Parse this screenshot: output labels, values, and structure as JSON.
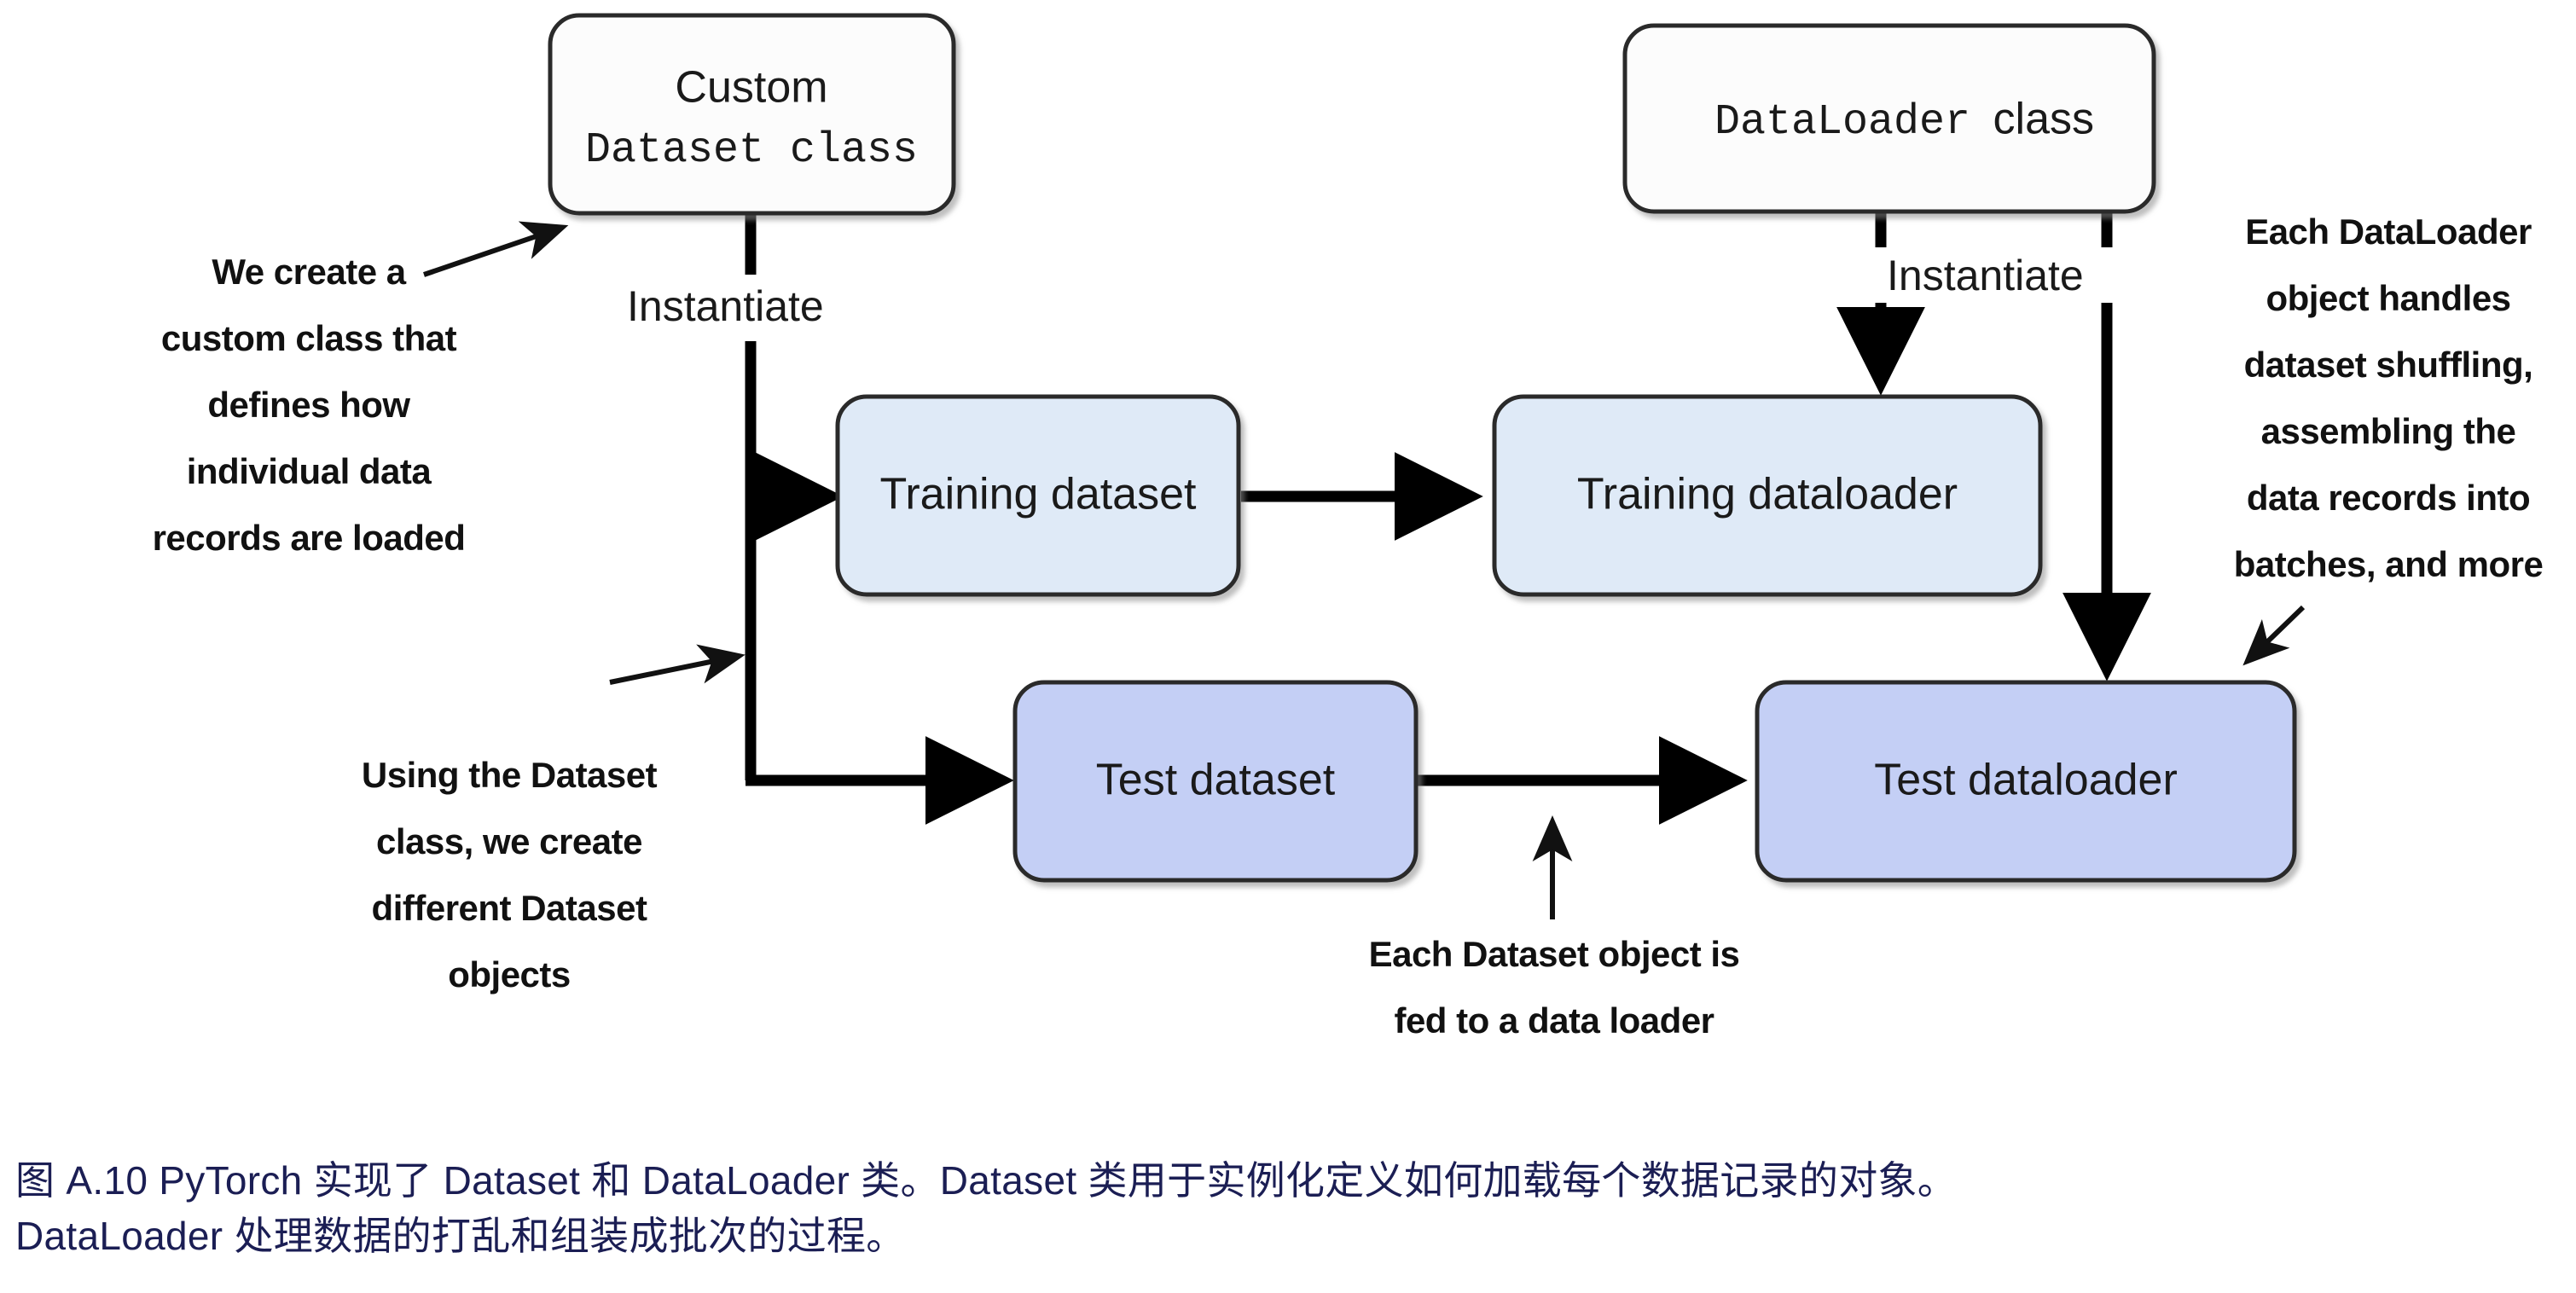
{
  "diagram": {
    "title": "PyTorch Dataset and DataLoader flow",
    "colors": {
      "plain_box_fill": "#fcfcfc",
      "light_blue_fill": "#dfeaf7",
      "periwinkle_fill": "#c4cff5",
      "box_stroke": "#2b2b2b",
      "arrow_black": "#000000",
      "annotation_text": "#111111",
      "caption_text": "#1b1e54"
    },
    "nodes": [
      {
        "id": "custom-dataset-class",
        "label_line1": "Custom",
        "label_line2": "Dataset class",
        "fill": "plain"
      },
      {
        "id": "dataloader-class",
        "label_mono": "DataLoader",
        "label_plain": " class",
        "fill": "plain"
      },
      {
        "id": "training-dataset",
        "label": "Training dataset",
        "fill": "light-blue"
      },
      {
        "id": "training-dataloader",
        "label": "Training dataloader",
        "fill": "light-blue"
      },
      {
        "id": "test-dataset",
        "label": "Test dataset",
        "fill": "periwinkle"
      },
      {
        "id": "test-dataloader",
        "label": "Test dataloader",
        "fill": "periwinkle"
      }
    ],
    "edge_labels": {
      "instantiate_left": "Instantiate",
      "instantiate_right": "Instantiate"
    },
    "annotations": {
      "create_custom_class": [
        "We create a",
        "custom class that",
        "defines how",
        "individual data",
        "records are loaded"
      ],
      "using_dataset_class": [
        "Using the Dataset",
        "class, we create",
        "different Dataset",
        "objects"
      ],
      "each_dataloader": [
        "Each DataLoader",
        "object handles",
        "dataset shuffling,",
        "assembling the",
        "data records into",
        "batches, and more"
      ],
      "each_dataset_fed": [
        "Each Dataset object is",
        "fed to a data loader"
      ]
    }
  },
  "caption": {
    "line1": "图 A.10 PyTorch 实现了 Dataset 和 DataLoader 类。Dataset 类用于实例化定义如何加载每个数据记录的对象。",
    "line2": "DataLoader 处理数据的打乱和组装成批次的过程。"
  }
}
